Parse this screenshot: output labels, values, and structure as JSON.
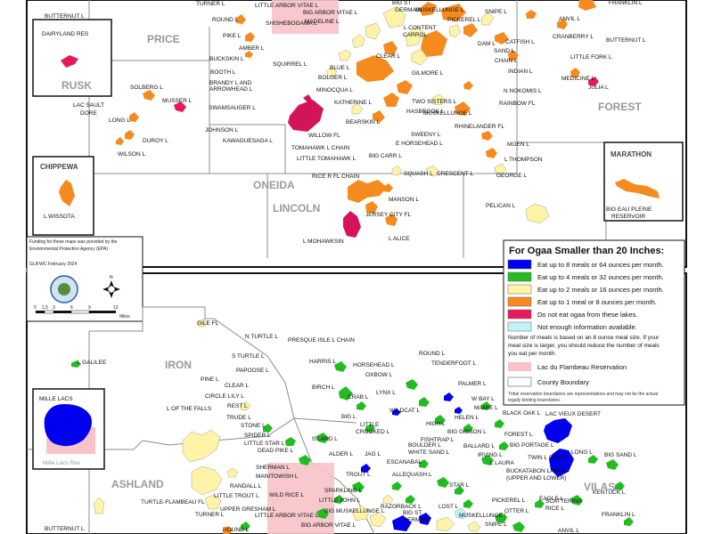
{
  "counties": [
    "PRICE",
    "RUSK",
    "CHIPPEWA",
    "ONEIDA",
    "LINCOLN",
    "FOREST",
    "MARATHON",
    "IRON",
    "ASHLAND",
    "VILAS"
  ],
  "insets": {
    "dairyland": {
      "county": "RUSK",
      "lake": "DAIRYLAND RES"
    },
    "wissota": {
      "county": "CHIPPEWA",
      "lake": "L WISSOTA"
    },
    "bigeau": {
      "county": "MARATHON",
      "lake1": "BIG EAU PLEINE",
      "lake2": "RESERVOIR"
    },
    "millelacs": {
      "lake": "MILLE LACS",
      "reservation": "Mille Lacs Res"
    }
  },
  "funding": {
    "line1": "Funding for these maps was provided by the",
    "line2": "Environmental Protection Agency (EPA)",
    "date": "GLIFWC  February 2024",
    "scale_ticks": [
      "0",
      "1.5",
      "3",
      "6",
      "9",
      "12"
    ],
    "scale_unit": "Miles"
  },
  "legend": {
    "title": "For Ogaa Smaller than 20 Inches:",
    "items": [
      {
        "color": "#0000ee",
        "label": "Eat up to 8 meals or 64 ounces per month."
      },
      {
        "color": "#22bb22",
        "label": "Eat up to 4 meals or 32 ounces per month."
      },
      {
        "color": "#fff3a8",
        "label": "Eat up to 2 meals or 16 ounces per month."
      },
      {
        "color": "#f58a1f",
        "label": "Eat up to 1 meal or 8 ounces per month."
      },
      {
        "color": "#e6195a",
        "label": "Do not eat ogaa from these lakes."
      },
      {
        "color": "#bff3f8",
        "label": "Not enough information available."
      }
    ],
    "note1": "Number of meals is based on an 8 ounce meal size. If your",
    "note2": "meal size is larger, you should reduce the number of meals",
    "note3": "you eat per month.",
    "reservation": "Lac du Flambeau Reservation",
    "boundary": "County Boundary",
    "disclaimer1": "Tribal reservation boundaries are representations and may not be the actual",
    "disclaimer2": "legally binding boundaries."
  },
  "top_labels": [
    "BUTTERNUT L",
    "TURNER L",
    "ROUND L",
    "LITTLE ARBOR VITAE L",
    "BIG ARBOR VITAE L",
    "SHISHEBOGAMA L",
    "MADELINE L",
    "BIG ST",
    "GERMAIN",
    "PIKE L",
    "AMBER L",
    "L CONTENT",
    "CARROL",
    "PICKEREL L",
    "MUSKELLUNGE L",
    "SNIPE L",
    "ANVIL L",
    "FRANKLIN L",
    "BUCKSKIN L",
    "SQUIRREL L",
    "BLUE L",
    "BOOTH L",
    "CLEAR L",
    "GILMORE L",
    "BOLGER L",
    "BRANDY L AND",
    "ARROWHEAD L",
    "MINOCQUA L",
    "KATHERINE L",
    "SWAMSAUGER L",
    "BEARSKIN L",
    "JOHNSON L",
    "KAWAGUESAGA L",
    "WILLOW FL",
    "TOMAHAWK L CHAIN",
    "LITTLE TOMAHAWK L",
    "BIG CARR L",
    "E HORSEHEAD L",
    "SWEENY L",
    "TWO SISTERS L",
    "HASBROOK L",
    "MUSKELLUNGE L",
    "RHINELANDER FL",
    "DAM L",
    "CATFISH L",
    "SAND L",
    "CHAIN L",
    "INDIAN L",
    "CRANBERRY L",
    "BUTTERNUT L",
    "LITTLE FORK L",
    "MEDICINE L",
    "JULIA L",
    "N NOKOMIS L",
    "RAINBOW FL",
    "MOEN L",
    "L THOMPSON",
    "GEORGE L",
    "CRESCENT L",
    "SQUASH L",
    "RICE R FL CHAIN",
    "MANSON L",
    "JERSEY CITY FL",
    "L ALICE",
    "L MOHAWKSIN",
    "PELICAN L",
    "SOLBERG L",
    "MUSSER L",
    "LAC SAULT",
    "DORE",
    "LONG L",
    "DUROY L",
    "WILSON L"
  ],
  "bottom_labels": [
    "N TURTLE L",
    "PRESQUE ISLE L CHAIN",
    "GILE FL",
    "L GALILEE",
    "S TURTLE L",
    "HARRIS L",
    "ROUND L",
    "TENDERFOOT L",
    "HORSEHEAD L",
    "PAPOOSE L",
    "OXBOW L",
    "PINE L",
    "CLEAR L",
    "BIRCH L",
    "PALMER L",
    "CIRCLE LILY L",
    "LYNX L",
    "CRAB L",
    "W BAY L",
    "MAMIE L",
    "REST L",
    "L OF THE FALLS",
    "TRUDE L",
    "BIG L",
    "WILDCAT L",
    "HELEN L",
    "BLACK OAK L",
    "LAC VIEUX DESERT",
    "STONE L",
    "LITTLE",
    "CROOKED L",
    "HIGH L",
    "BIG GIBSON L",
    "FOREST L",
    "SPIDER L",
    "ISLAND L",
    "FISHTRAP L",
    "BIG PORTAGE L",
    "LITTLE STAR L",
    "BOULDER L",
    "BALLARD L",
    "LONG L",
    "BIG SAND L",
    "DEAD PIKE L",
    "WHITE SAND L",
    "IRVING L",
    "ALDER L",
    "JAG L",
    "L LAURA",
    "TWIN L CHAIN",
    "SHERMAN L",
    "ESCANABAL",
    "MANITOWISH L",
    "TROUT L",
    "ALLEQUASH L",
    "BUCKATABON LAKES",
    "(UPPER AND LOWER)",
    "RANDALL L",
    "STAR L",
    "LITTLE TROUT L",
    "WILD RICE L",
    "SPARKLING L",
    "KENTUCK L",
    "PICKEREL L",
    "EAGLE L",
    "SCATTERING",
    "RICE L",
    "LITTLE JOHN L",
    "TURTLE-FLAMBEAU FL",
    "UPPER GRESHAM L",
    "BIG MUSKELLUNGE L",
    "RAZORBACK L",
    "LOST L",
    "OTTER L",
    "TURNER L",
    "LITTLE ARBOR VITAE L",
    "BIG ST",
    "GERMAIN",
    "MUSKELLUNGE L",
    "FRANKLIN L",
    "BUTTERNUT L",
    "ROUND L",
    "BIG ARBOR VITAE L",
    "SNIPE L",
    "ANVIL L"
  ]
}
